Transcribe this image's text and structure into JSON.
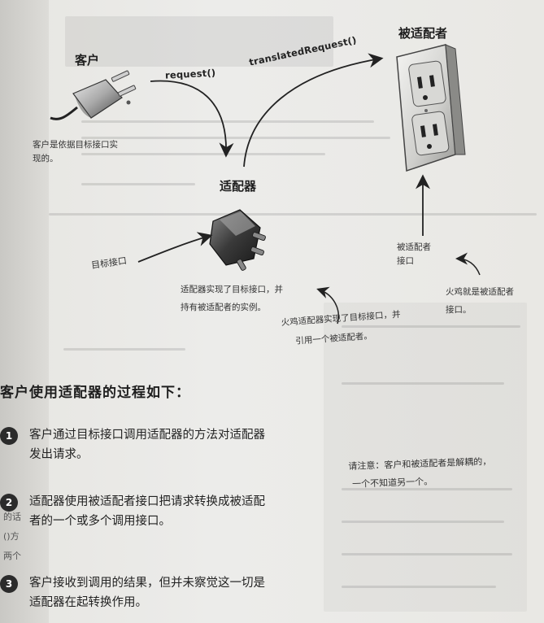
{
  "diagram": {
    "client_label": "客户",
    "adapter_label": "适配器",
    "adaptee_label": "被适配者",
    "request_label": "request()",
    "translated_label": "translatedRequest()",
    "client_note_1": "客户是依据目标接口实",
    "client_note_2": "现的。",
    "target_interface_label": "目标接口",
    "adaptee_interface_1": "被适配者",
    "adaptee_interface_2": "接口",
    "adapter_note_1": "适配器实现了目标接口，并",
    "adapter_note_2": "持有被适配者的实例。",
    "turkey_adapter_1": "火鸡适配器实现了目标接口，并",
    "turkey_adapter_2": "引用一个被适配者。",
    "turkey_note_1": "火鸡就是被适配者",
    "turkey_note_2": "接口。"
  },
  "process": {
    "title": "客户使用适配器的过程如下：",
    "steps": [
      {
        "num": "1",
        "line1": "客户通过目标接口调用适配器的方法对适配器",
        "line2": "发出请求。"
      },
      {
        "num": "2",
        "line1": "适配器使用被适配者接口把请求转换成被适配",
        "line2": "者的一个或多个调用接口。"
      },
      {
        "num": "3",
        "line1": "客户接收到调用的结果，但并未察觉这一切是",
        "line2": "适配器在起转换作用。"
      }
    ],
    "side_note_1": "请注意：客户和被适配者是解耦的，",
    "side_note_2": "一个不知道另一个。"
  },
  "margin_fragments": [
    "的话",
    "()方",
    "两个"
  ]
}
